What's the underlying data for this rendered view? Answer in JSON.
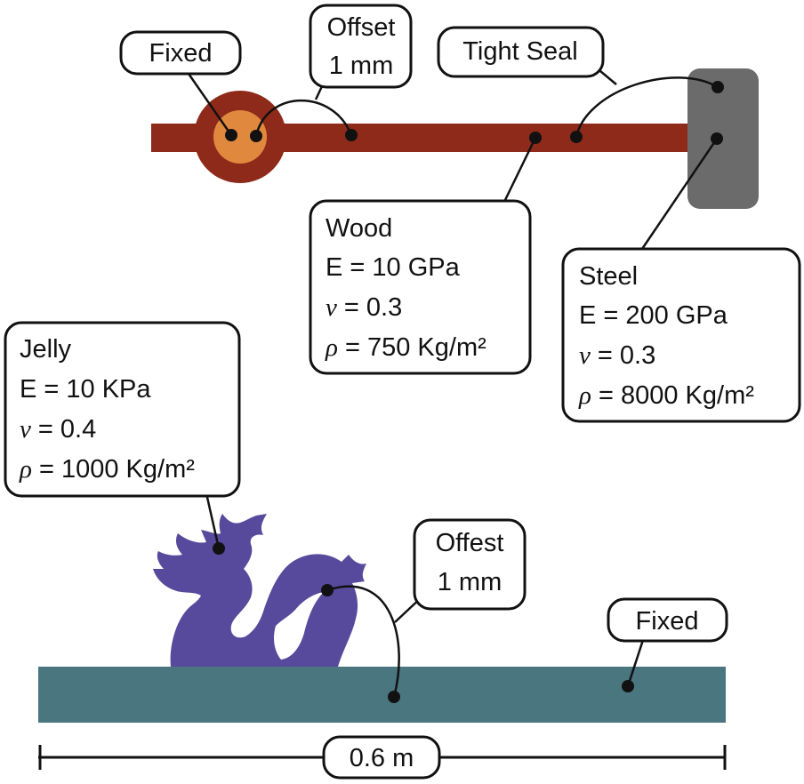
{
  "colors": {
    "wood_rod": "#8E2A1A",
    "pivot_outer": "#8E2A1A",
    "pivot_inner": "#E0893E",
    "steel_block": "#6B6B6B",
    "jelly_dragon": "#574A9C",
    "ground_slab": "#4A7680"
  },
  "top_assembly": {
    "fixed_label": "Fixed",
    "offset_label": [
      "Offset",
      "1 mm"
    ],
    "tight_seal_label": "Tight Seal",
    "wood": {
      "name": "Wood",
      "E": "E = 10 GPa",
      "nu_symbol": "ν",
      "nu_value": " = 0.3",
      "rho_symbol": "ρ",
      "rho_value": " = 750 Kg/m²"
    },
    "steel": {
      "name": "Steel",
      "E": "E = 200 GPa",
      "nu_symbol": "ν",
      "nu_value": " = 0.3",
      "rho_symbol": "ρ",
      "rho_value": " = 8000 Kg/m²"
    }
  },
  "bottom_assembly": {
    "jelly": {
      "name": "Jelly",
      "E": "E = 10 KPa",
      "nu_symbol": "ν",
      "nu_value": " = 0.4",
      "rho_symbol": "ρ",
      "rho_value": " = 1000 Kg/m²"
    },
    "offest_label": [
      "Offest",
      "1 mm"
    ],
    "fixed_label": "Fixed",
    "dimension_label": "0.6 m"
  }
}
